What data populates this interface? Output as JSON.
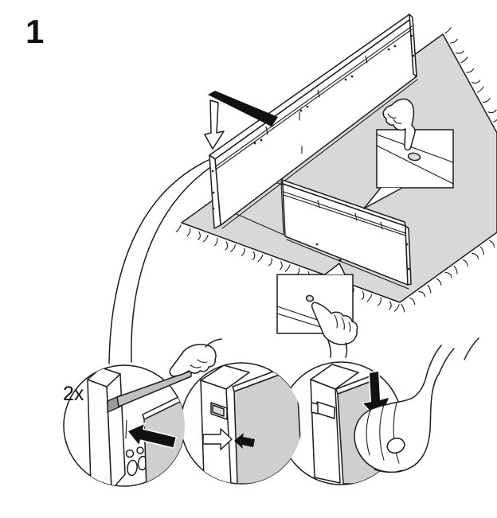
{
  "step": {
    "number": "1"
  },
  "detail_views": {
    "quantity_label": "2x"
  },
  "colors": {
    "background": "#ffffff",
    "line": "#1c1c1c",
    "rug": "#d8d8d8",
    "panel_shade": "#cfcfcf",
    "rail_shade": "#c0c0c0",
    "slot_shade": "#9a9a9a",
    "hole_shade": "#dcdcdc",
    "arrow": "#111111"
  },
  "icons": {
    "callout_top_hand": "pointing-hand-down-icon",
    "callout_bottom_hand": "pointing-hand-up-icon",
    "detail1_hand": "pointing-hand-icon",
    "detail3_hand": "pressing-fist-icon",
    "arrows": [
      "place-down-arrow",
      "slide-left-arrow",
      "guide-right-arrow",
      "push-left-arrow",
      "press-down-arrow"
    ]
  }
}
